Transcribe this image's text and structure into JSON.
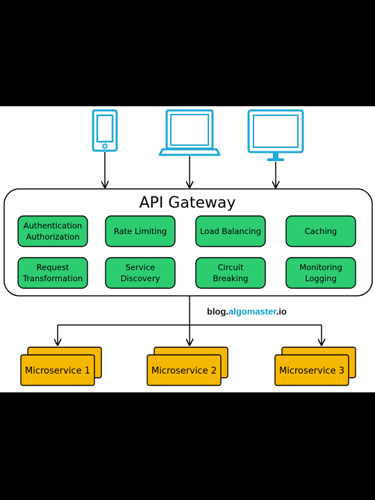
{
  "diagram": {
    "gateway": {
      "title": "API Gateway"
    },
    "clients": [
      {
        "name": "mobile-icon"
      },
      {
        "name": "laptop-icon"
      },
      {
        "name": "desktop-monitor-icon"
      }
    ],
    "features": [
      {
        "lines": [
          "Authentication",
          "Authorization"
        ]
      },
      {
        "lines": [
          "Rate Limiting"
        ]
      },
      {
        "lines": [
          "Load Balancing"
        ]
      },
      {
        "lines": [
          "Caching"
        ]
      },
      {
        "lines": [
          "Request",
          "Transformation"
        ]
      },
      {
        "lines": [
          "Service",
          "Discovery"
        ]
      },
      {
        "lines": [
          "Circuit",
          "Breaking"
        ]
      },
      {
        "lines": [
          "Monitoring",
          "Logging"
        ]
      }
    ],
    "microservices": [
      {
        "label": "Microservice 1"
      },
      {
        "label": "Microservice 2"
      },
      {
        "label": "Microservice 3"
      }
    ],
    "watermark": {
      "part1": "blog.",
      "part2": "algomaster",
      "part3": ".io"
    },
    "colors": {
      "feature_fill": "#2ecc71",
      "microservice_fill": "#f5b800",
      "device_stroke": "#1ea7d7",
      "brand_dark": "#111111",
      "brand_accent": "#0aa0c8"
    }
  }
}
